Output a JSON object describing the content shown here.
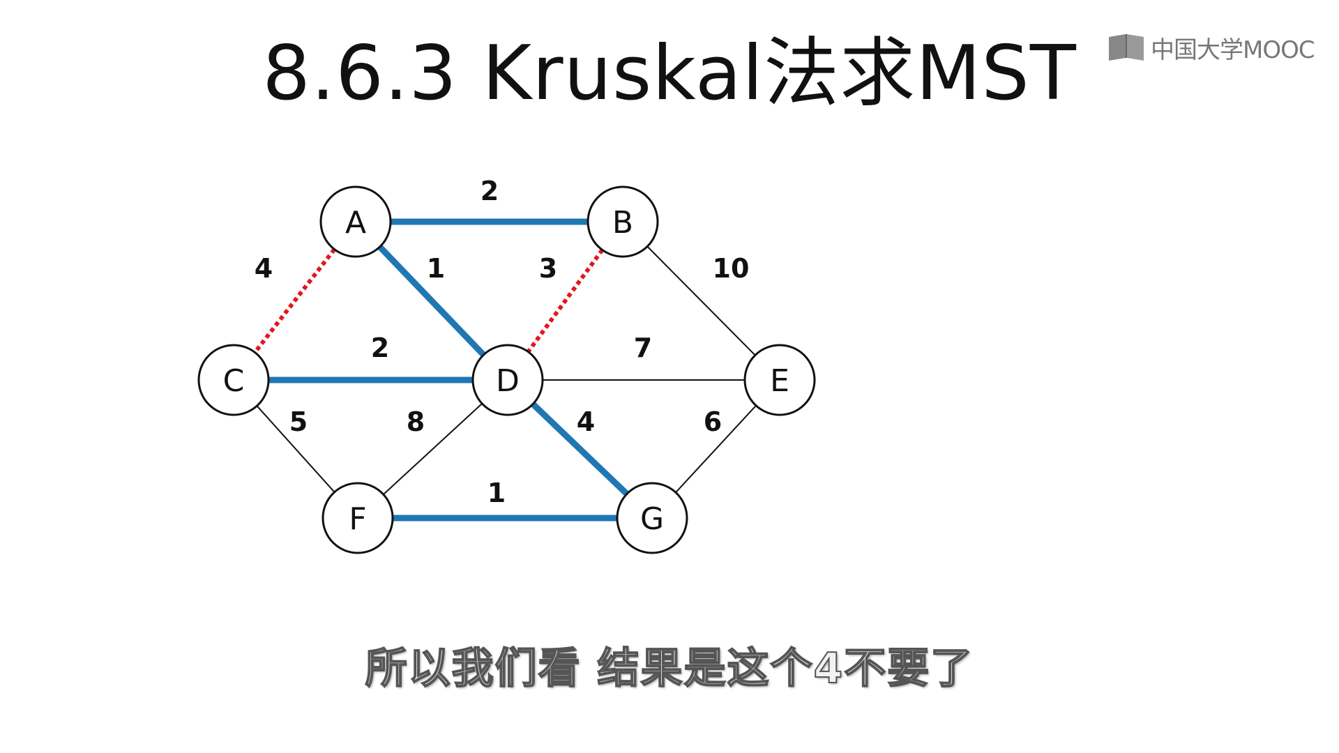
{
  "title": "8.6.3 Kruskal法求MST",
  "logo": {
    "text": "中国大学MOOC",
    "icon": "mooc-book-icon"
  },
  "graph": {
    "nodes": [
      {
        "id": "A",
        "label": "A"
      },
      {
        "id": "B",
        "label": "B"
      },
      {
        "id": "C",
        "label": "C"
      },
      {
        "id": "D",
        "label": "D"
      },
      {
        "id": "E",
        "label": "E"
      },
      {
        "id": "F",
        "label": "F"
      },
      {
        "id": "G",
        "label": "G"
      }
    ],
    "edges": [
      {
        "from": "A",
        "to": "B",
        "weight": "2",
        "style": "selected"
      },
      {
        "from": "A",
        "to": "C",
        "weight": "4",
        "style": "rejected"
      },
      {
        "from": "A",
        "to": "D",
        "weight": "1",
        "style": "selected"
      },
      {
        "from": "B",
        "to": "D",
        "weight": "3",
        "style": "rejected"
      },
      {
        "from": "B",
        "to": "E",
        "weight": "10",
        "style": "normal"
      },
      {
        "from": "C",
        "to": "D",
        "weight": "2",
        "style": "selected"
      },
      {
        "from": "D",
        "to": "E",
        "weight": "7",
        "style": "normal"
      },
      {
        "from": "C",
        "to": "F",
        "weight": "5",
        "style": "normal"
      },
      {
        "from": "D",
        "to": "F",
        "weight": "8",
        "style": "normal"
      },
      {
        "from": "D",
        "to": "G",
        "weight": "4",
        "style": "selected"
      },
      {
        "from": "E",
        "to": "G",
        "weight": "6",
        "style": "normal"
      },
      {
        "from": "F",
        "to": "G",
        "weight": "1",
        "style": "selected"
      }
    ],
    "colors": {
      "selected": "#1f77b4",
      "rejected": "#e3161b",
      "normal": "#111111"
    }
  },
  "subtitle": "所以我们看 结果是这个4不要了"
}
